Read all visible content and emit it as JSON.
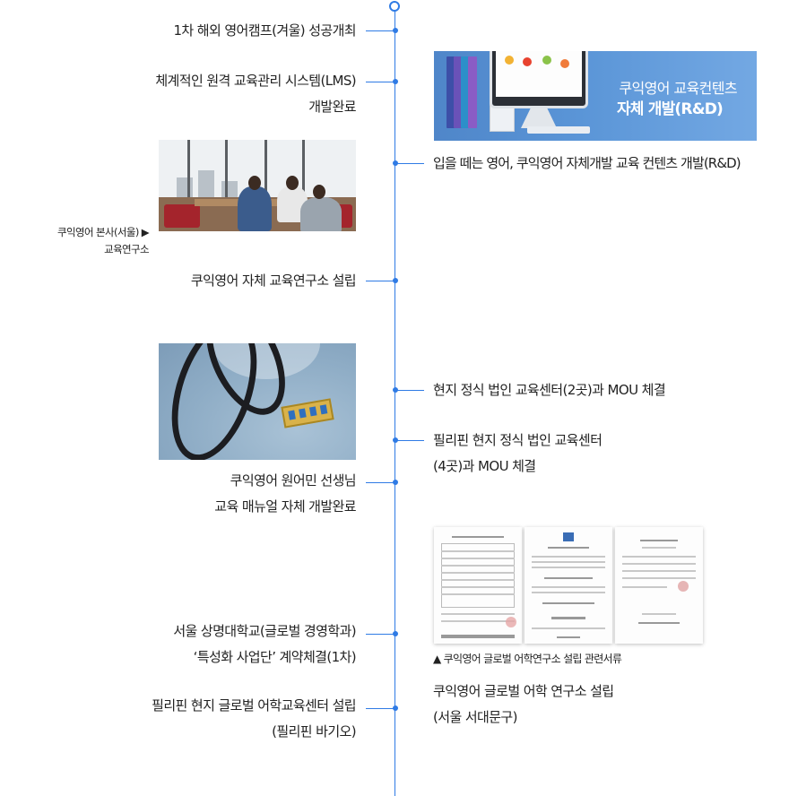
{
  "timeline": {
    "left_events": [
      {
        "id": "english-camp",
        "lines": [
          "1차 해외 영어캠프(겨울) 성공개최"
        ]
      },
      {
        "id": "lms",
        "lines": [
          "체계적인 원격 교육관리 시스템(LMS)",
          "개발완료"
        ]
      },
      {
        "id": "research-institute",
        "lines": [
          "쿠익영어 자체 교육연구소 설립"
        ]
      },
      {
        "id": "teacher-manual",
        "lines": [
          "쿠익영어 원어민 선생님",
          "교육 매뉴얼 자체 개발완료"
        ]
      },
      {
        "id": "sangmyung",
        "lines": [
          "서울 상명대학교(글로벌 경영학과)",
          "‘특성화 사업단’ 계약체결(1차)"
        ]
      },
      {
        "id": "philippines-center",
        "lines": [
          "필리핀 현지 글로벌 어학교육센터 설립",
          "(필리핀 바기오)"
        ]
      }
    ],
    "right_events": [
      {
        "id": "rnd-contents",
        "lines": [
          "입을 떼는 영어, 쿠익영어 자체개발 교육 컨텐츠 개발(R&D)"
        ]
      },
      {
        "id": "mou-2",
        "lines": [
          "현지 정식 법인 교육센터(2곳)과 MOU 체결"
        ]
      },
      {
        "id": "mou-4",
        "lines": [
          "필리핀 현지 정식 법인 교육센터",
          "(4곳)과 MOU 체결"
        ]
      },
      {
        "id": "global-lab",
        "lines": [
          "쿠익영어 글로벌 어학 연구소 설립",
          "(서울 서대문구)"
        ]
      }
    ]
  },
  "lms_banner": {
    "line1": "쿠익영어 교육컨텐츠",
    "line2": "자체 개발(R&D)"
  },
  "office_photo": {
    "caption_line1": "쿠익영어 본사(서울) ▶",
    "caption_line2": "교육연구소"
  },
  "documents": {
    "caption": "▲ 쿠익영어 글로벌 어학연구소 설립 관련서류"
  },
  "colors": {
    "timeline_blue": "#2f7be5",
    "banner_blue": "#5a95d7",
    "text": "#222222"
  }
}
